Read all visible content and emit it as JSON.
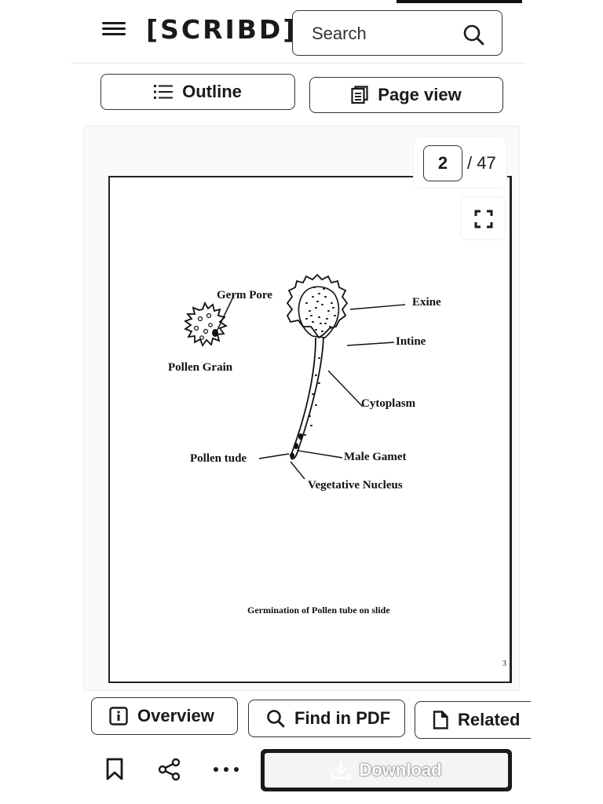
{
  "header": {
    "logo": "[SCRIBD]",
    "search_placeholder": "Search"
  },
  "toolbar": {
    "outline_label": "Outline",
    "pageview_label": "Page view"
  },
  "pager": {
    "current_page": "2",
    "total": "/ 47"
  },
  "document": {
    "labels": {
      "germ_pore": "Germ Pore",
      "pollen_grain": "Pollen Grain",
      "exine": "Exine",
      "intine": "Intine",
      "cytoplasm": "Cytoplasm",
      "pollen_tube": "Pollen tude",
      "male_gamet": "Male Gamet",
      "vegetative_nucleus": "Vegetative Nucleus"
    },
    "caption": "Germination of Pollen tube on slide",
    "page_number": "3"
  },
  "bottom_tabs": {
    "overview_label": "Overview",
    "find_label": "Find in PDF",
    "related_label": "Related"
  },
  "actions": {
    "download_label": "Download"
  },
  "icons": {
    "menu": "menu-icon",
    "search": "search-icon",
    "outline": "list-icon",
    "pageview": "pages-icon",
    "fullscreen": "expand-icon",
    "overview": "info-icon",
    "find": "search-icon",
    "related": "document-icon",
    "bookmark": "bookmark-icon",
    "share": "share-icon",
    "more": "more-icon",
    "download": "download-icon"
  }
}
